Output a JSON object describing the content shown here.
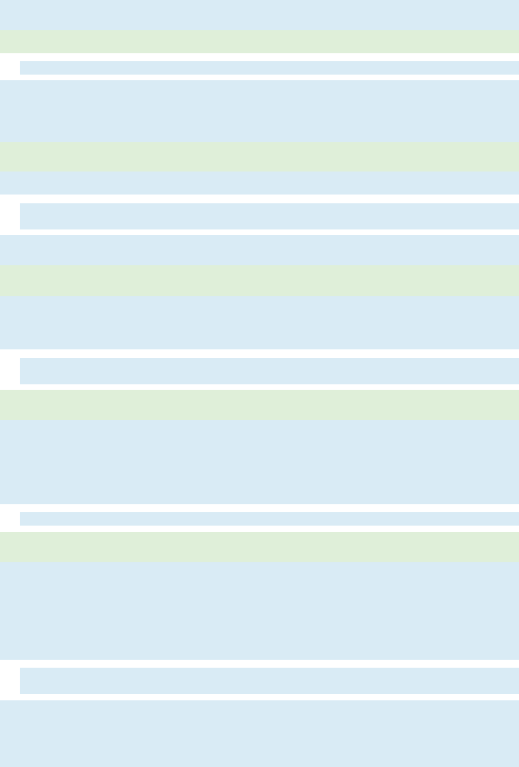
{
  "colors": {
    "blue_band": "#d9ebf5",
    "green_band": "#dfefd9",
    "background": "#ffffff"
  },
  "rows": [
    {
      "kind": "blue",
      "indent": false
    },
    {
      "kind": "green",
      "indent": false
    },
    {
      "kind": "blue",
      "indent": true
    },
    {
      "kind": "blue",
      "indent": false
    },
    {
      "kind": "green",
      "indent": false
    },
    {
      "kind": "blue",
      "indent": false
    },
    {
      "kind": "blue",
      "indent": true
    },
    {
      "kind": "blue",
      "indent": false
    },
    {
      "kind": "green",
      "indent": false
    },
    {
      "kind": "blue",
      "indent": false
    },
    {
      "kind": "blue",
      "indent": true
    },
    {
      "kind": "green",
      "indent": false
    },
    {
      "kind": "blue",
      "indent": false
    },
    {
      "kind": "blue",
      "indent": true
    },
    {
      "kind": "green",
      "indent": false
    },
    {
      "kind": "blue",
      "indent": false
    },
    {
      "kind": "blue",
      "indent": true
    },
    {
      "kind": "blue",
      "indent": false
    }
  ]
}
